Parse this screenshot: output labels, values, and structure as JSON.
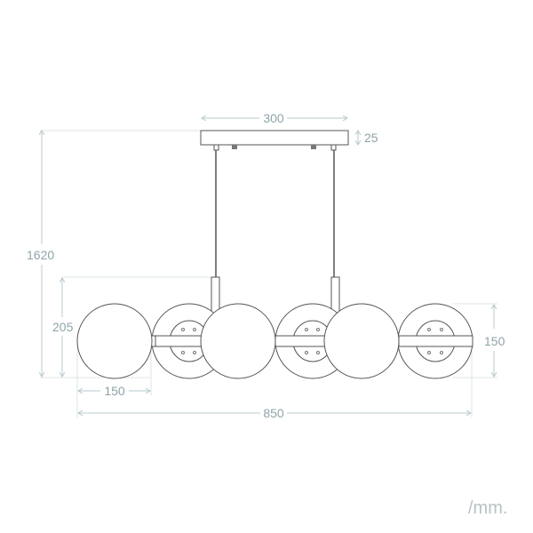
{
  "diagram": {
    "type": "technical-dimension-drawing",
    "subject": "linear pendant lamp with 6 globes",
    "unit_label": "/mm.",
    "dimensions": {
      "canopy_width": "300",
      "canopy_height": "25",
      "total_height": "1620",
      "lamp_body_height": "205",
      "globe_diameter": "150",
      "total_width": "850",
      "disc_height": "150"
    },
    "colors": {
      "dimension_line": "#b9c9cc",
      "label": "#8fa3a8",
      "object_line": "#555555"
    }
  }
}
